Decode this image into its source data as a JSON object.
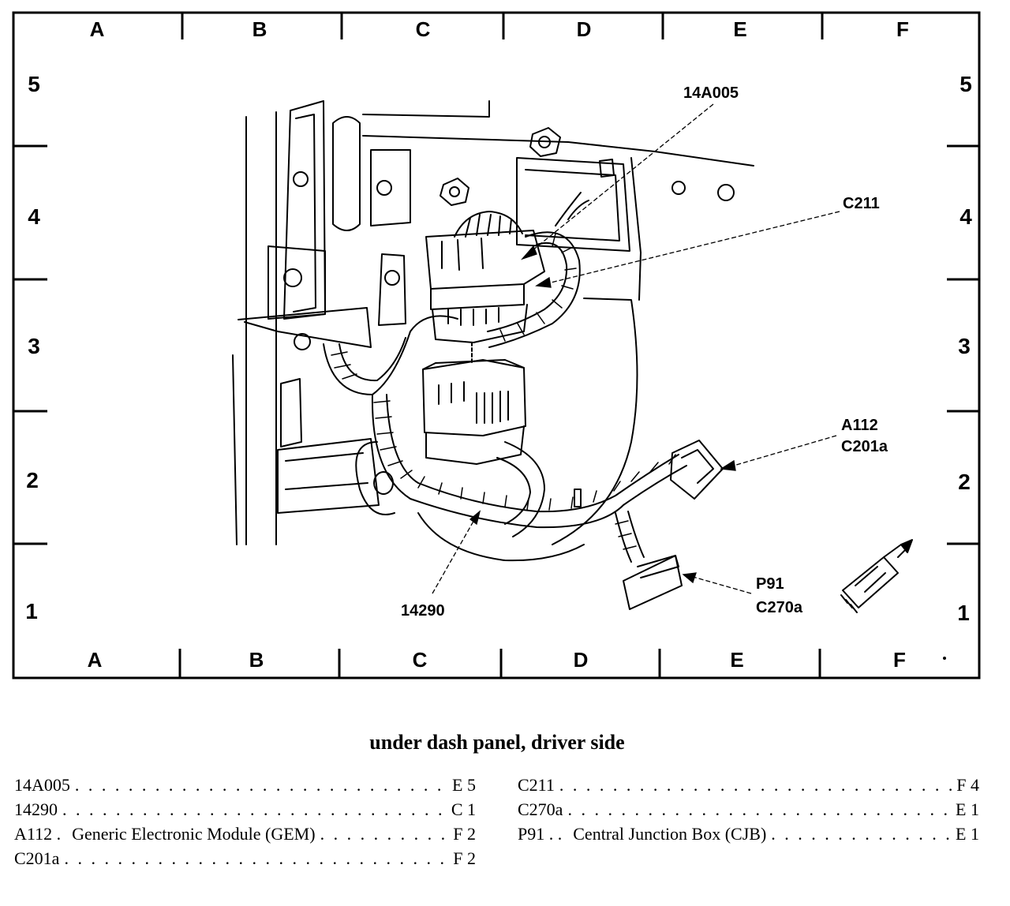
{
  "grid": {
    "columns": [
      "A",
      "B",
      "C",
      "D",
      "E",
      "F"
    ],
    "rows": [
      "5",
      "4",
      "3",
      "2",
      "1"
    ]
  },
  "callouts": {
    "c14a005": "14A005",
    "c211": "C211",
    "a112": "A112",
    "c201a": "C201a",
    "p91": "P91",
    "c270a": "C270a",
    "c14290": "14290"
  },
  "caption": "under dash panel, driver side",
  "legend": {
    "left": [
      {
        "id": "14A005",
        "desc": "",
        "loc": "E 5"
      },
      {
        "id": "14290",
        "desc": "",
        "loc": "C 1"
      },
      {
        "id": "A112 .",
        "desc": "Generic Electronic Module (GEM)",
        "loc": "F 2"
      },
      {
        "id": "C201a",
        "desc": "",
        "loc": "F 2"
      }
    ],
    "right": [
      {
        "id": "C211",
        "desc": "",
        "loc": "F 4"
      },
      {
        "id": "C270a",
        "desc": "",
        "loc": "E 1"
      },
      {
        "id": "P91 . .",
        "desc": "Central Junction Box (CJB)",
        "loc": "E 1"
      }
    ]
  }
}
